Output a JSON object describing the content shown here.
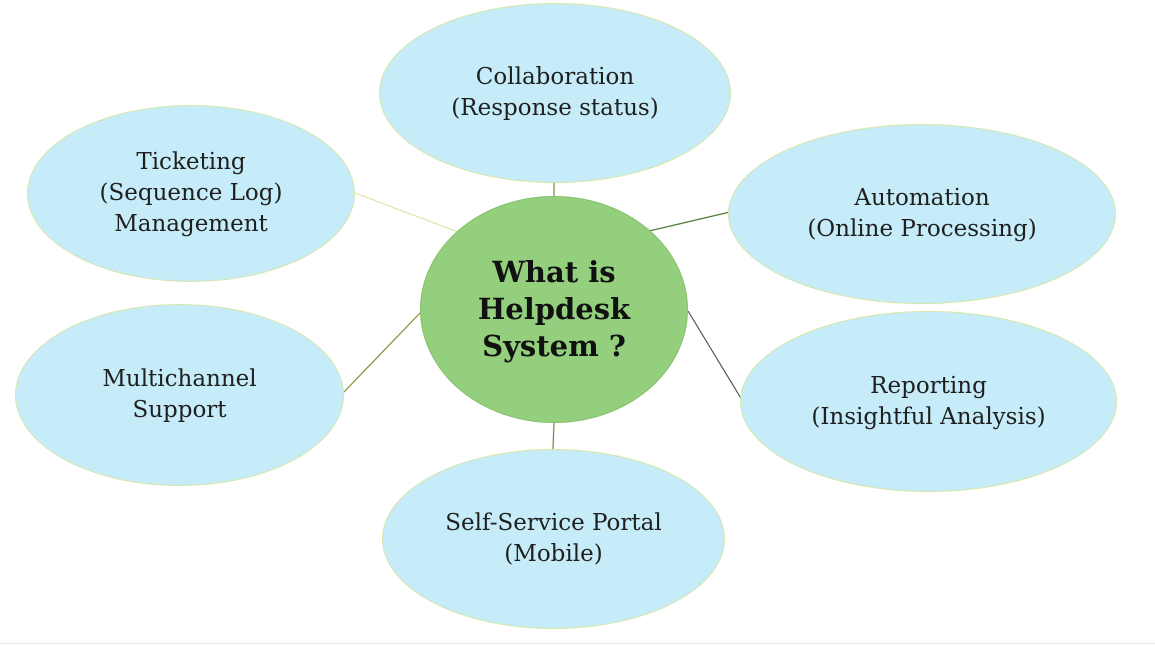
{
  "diagram": {
    "center": {
      "lines": [
        "What is",
        "Helpdesk",
        "System ?"
      ]
    },
    "nodes": [
      {
        "lines": [
          "Collaboration",
          "(Response status)"
        ]
      },
      {
        "lines": [
          "Ticketing",
          "(Sequence Log)",
          "Management"
        ]
      },
      {
        "lines": [
          "Automation",
          "(Online Processing)"
        ]
      },
      {
        "lines": [
          "Multichannel",
          "Support"
        ]
      },
      {
        "lines": [
          "Reporting",
          "(Insightful Analysis)"
        ]
      },
      {
        "lines": [
          "Self-Service Portal",
          "(Mobile)"
        ]
      }
    ],
    "colors": {
      "node_fill": "#c5ecf8",
      "node_border": "#d6e6a6",
      "center_fill": "#93cf7c",
      "connector": "#6f8a3c"
    }
  }
}
